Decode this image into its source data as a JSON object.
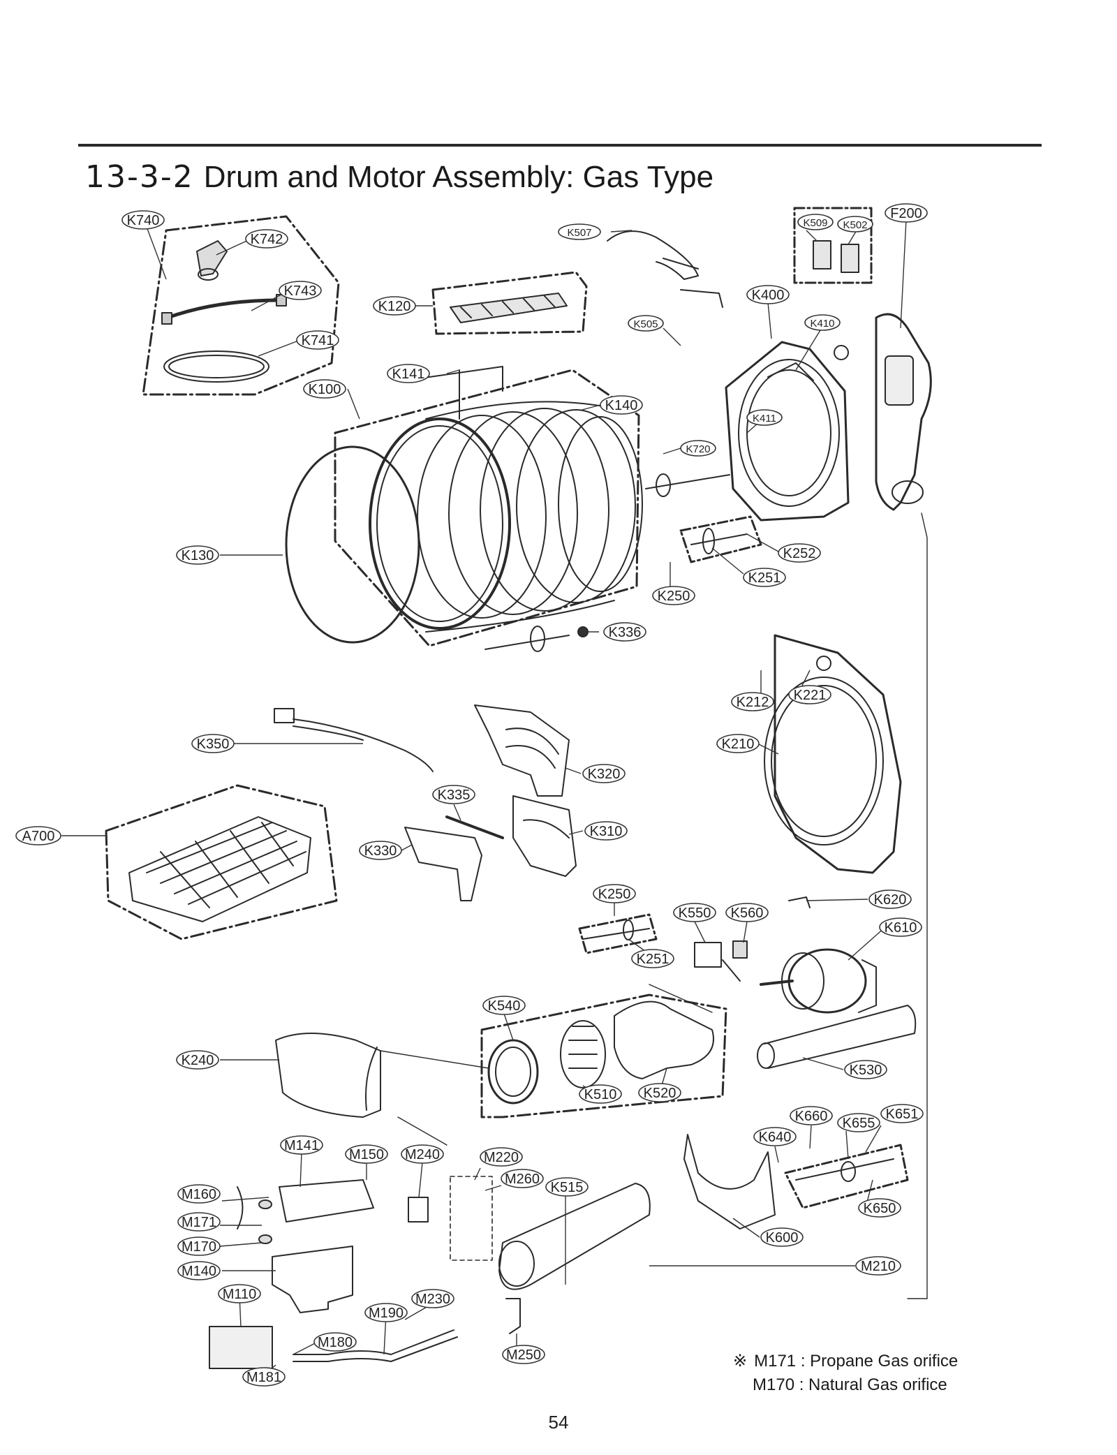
{
  "header": {
    "section_number": "13-3-2",
    "title": "Drum and Motor Assembly: Gas Type"
  },
  "part_labels": [
    "K740",
    "K742",
    "K743",
    "K741",
    "K507",
    "K509",
    "K502",
    "F200",
    "K120",
    "K400",
    "K505",
    "K410",
    "K141",
    "K100",
    "K140",
    "K411",
    "K720",
    "K130",
    "K252",
    "K251",
    "K250",
    "K336",
    "K212",
    "K221",
    "K350",
    "K210",
    "K320",
    "K335",
    "A700",
    "K310",
    "K330",
    "K250",
    "K550",
    "K560",
    "K620",
    "K610",
    "K251",
    "K540",
    "K240",
    "K530",
    "K510",
    "K520",
    "K660",
    "K651",
    "K655",
    "K640",
    "M141",
    "M150",
    "M240",
    "M220",
    "M260",
    "K515",
    "M160",
    "K650",
    "M171",
    "K600",
    "M170",
    "M210",
    "M140",
    "M110",
    "M230",
    "M190",
    "M180",
    "M250",
    "M181"
  ],
  "note": {
    "symbol": "※",
    "line1": "M171 : Propane Gas orifice",
    "line2": "M170 : Natural Gas orifice"
  },
  "footer": {
    "page_number": "54"
  }
}
